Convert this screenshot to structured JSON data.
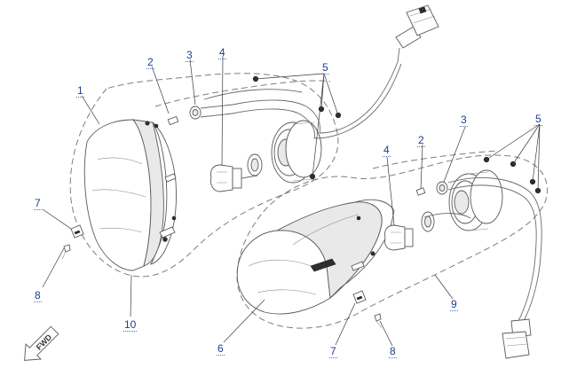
{
  "callouts": [
    {
      "id": "c1",
      "text": "1"
    },
    {
      "id": "c2a",
      "text": "2"
    },
    {
      "id": "c3a",
      "text": "3"
    },
    {
      "id": "c4a",
      "text": "4"
    },
    {
      "id": "c5a",
      "text": "5"
    },
    {
      "id": "c7a",
      "text": "7"
    },
    {
      "id": "c8a",
      "text": "8"
    },
    {
      "id": "c10",
      "text": "10"
    },
    {
      "id": "c3b",
      "text": "3"
    },
    {
      "id": "c2b",
      "text": "2"
    },
    {
      "id": "c4b",
      "text": "4"
    },
    {
      "id": "c5b",
      "text": "5"
    },
    {
      "id": "c9",
      "text": "9"
    },
    {
      "id": "c6",
      "text": "6"
    },
    {
      "id": "c7b",
      "text": "7"
    },
    {
      "id": "c8b",
      "text": "8"
    }
  ],
  "fwd_label": "FWD",
  "colors": {
    "callout": "#1c3f8c",
    "line": "#6a6a6a"
  }
}
